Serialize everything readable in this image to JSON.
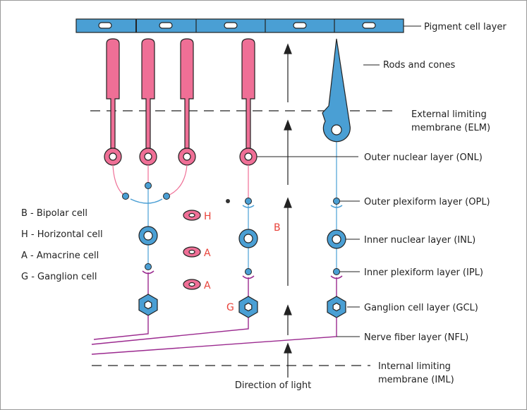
{
  "colors": {
    "pigment": "#4a9fd4",
    "rod": "#ef6f96",
    "blue_cell": "#4a9fd4",
    "ganglion_axon": "#9b2a8f",
    "marker_label": "#e8423a"
  },
  "layers": {
    "pigment": "Pigment cell layer",
    "rods_cones": "Rods and cones",
    "elm_1": "External limiting",
    "elm_2": "membrane (ELM)",
    "onl": "Outer nuclear layer (ONL)",
    "opl": "Outer plexiform layer (OPL)",
    "inl": "Inner nuclear layer (INL)",
    "ipl": "Inner plexiform layer (IPL)",
    "gcl": "Ganglion cell layer (GCL)",
    "nfl": "Nerve fiber layer (NFL)",
    "iml_1": "Internal limiting",
    "iml_2": "membrane (IML)"
  },
  "legend": [
    "B - Bipolar cell",
    "H - Horizontal cell",
    "A - Amacrine cell",
    "G - Ganglion cell"
  ],
  "markers": {
    "h": "H",
    "a1": "A",
    "a2": "A",
    "b": "B",
    "g": "G"
  },
  "direction": "Direction of light"
}
